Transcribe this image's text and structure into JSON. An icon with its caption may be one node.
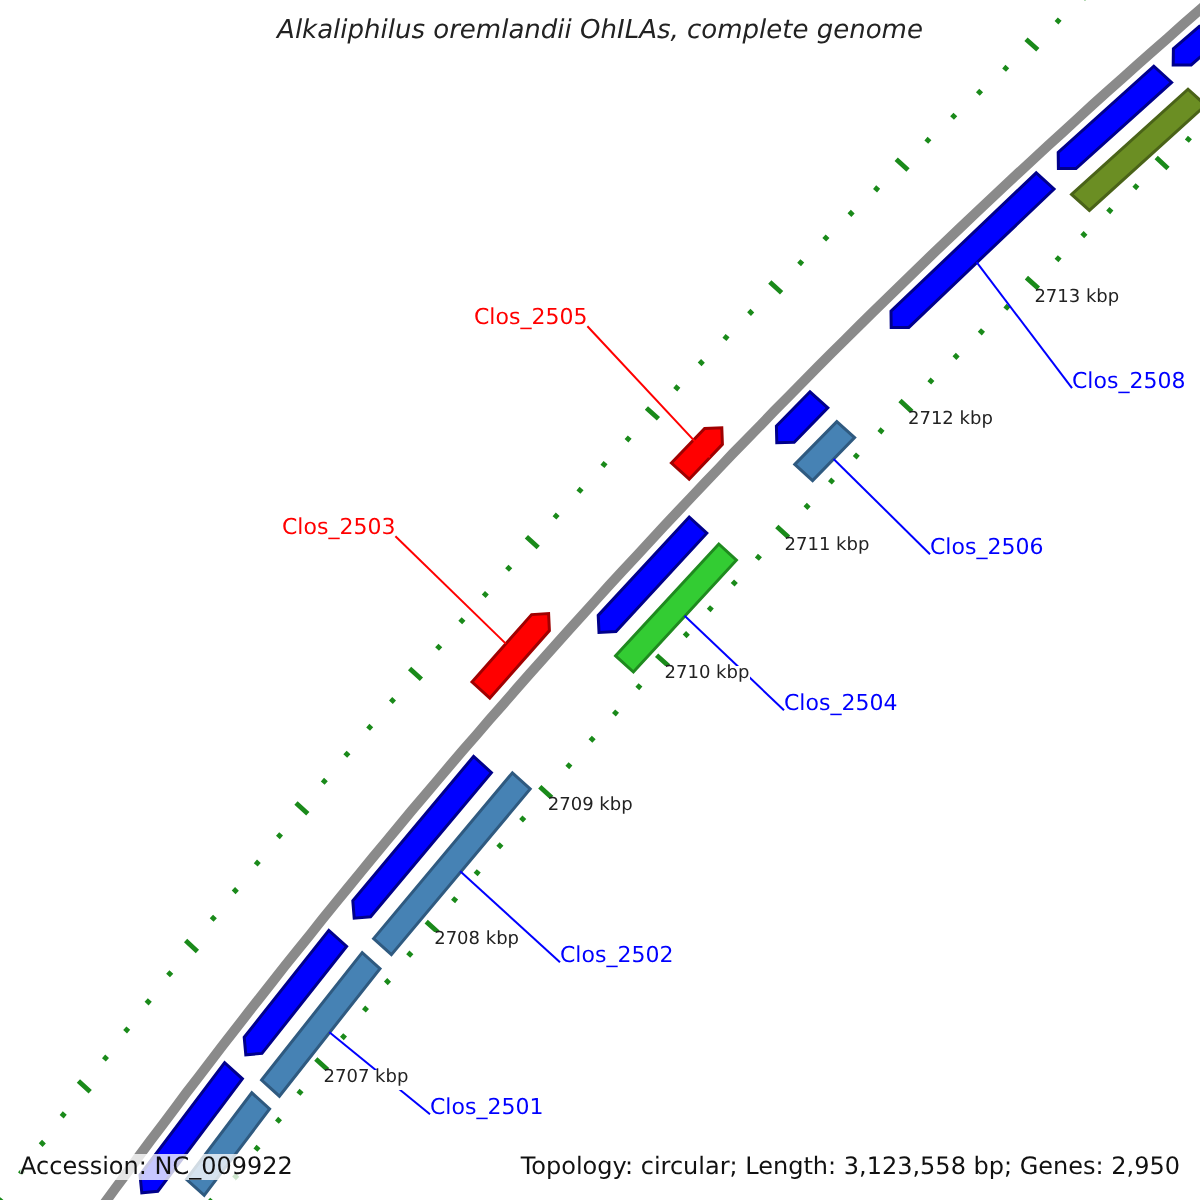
{
  "diagram": {
    "title": "Alkaliphilus oremlandii OhILAs, complete genome",
    "nodes": [
      {
        "text": [
          "Clos_2505"
        ]
      },
      {
        "text": [
          "Clos_2508"
        ]
      },
      {
        "text": [
          "Clos_2503"
        ]
      },
      {
        "text": [
          "Clos_2506"
        ]
      },
      {
        "text": [
          "Clos_2504"
        ]
      },
      {
        "text": [
          "Clos_2502"
        ]
      },
      {
        "text": [
          "Clos_2501"
        ]
      },
      {
        "text": [],
        "shape": "bar"
      },
      {
        "text": [],
        "shape": "bar"
      },
      {
        "text": [],
        "shape": "bar"
      },
      {
        "text": [],
        "shape": "bar"
      },
      {
        "text": [],
        "shape": "bar"
      },
      {
        "text": [],
        "shape": "bar"
      },
      {
        "text": [],
        "shape": "bar"
      },
      {
        "text": [],
        "shape": "bar"
      },
      {
        "text": [],
        "shape": "bar"
      },
      {
        "text": [],
        "shape": "bar"
      },
      {
        "text": [],
        "shape": "bar"
      },
      {
        "text": [],
        "shape": "bar"
      },
      {
        "text": [],
        "shape": "bar"
      },
      {
        "text": [],
        "shape": "bar"
      },
      {
        "text": [],
        "shape": "bar"
      },
      {
        "text": [],
        "shape": "bar"
      }
    ],
    "edges": [
      {
        "from": 0,
        "to": 13,
        "arrow": "none",
        "color": "#ff0000"
      },
      {
        "from": 1,
        "to": 10,
        "arrow": "none"
      },
      {
        "from": 2,
        "to": 16,
        "arrow": "none",
        "color": "#ff0000"
      },
      {
        "from": 3,
        "to": 12,
        "arrow": "none"
      },
      {
        "from": 4,
        "to": 15,
        "arrow": "none"
      },
      {
        "from": 5,
        "to": 18,
        "arrow": "none"
      },
      {
        "from": 6,
        "to": 20,
        "arrow": "none"
      }
    ],
    "labels": [
      "2713 kbp",
      "2712 kbp",
      "2711 kbp",
      "2710 kbp",
      "2709 kbp",
      "2708 kbp",
      "2707 kbp",
      "Accession: NC_009922",
      "Topology: circular; Length: 3,123,558 bp; Genes: 2,950"
    ]
  }
}
